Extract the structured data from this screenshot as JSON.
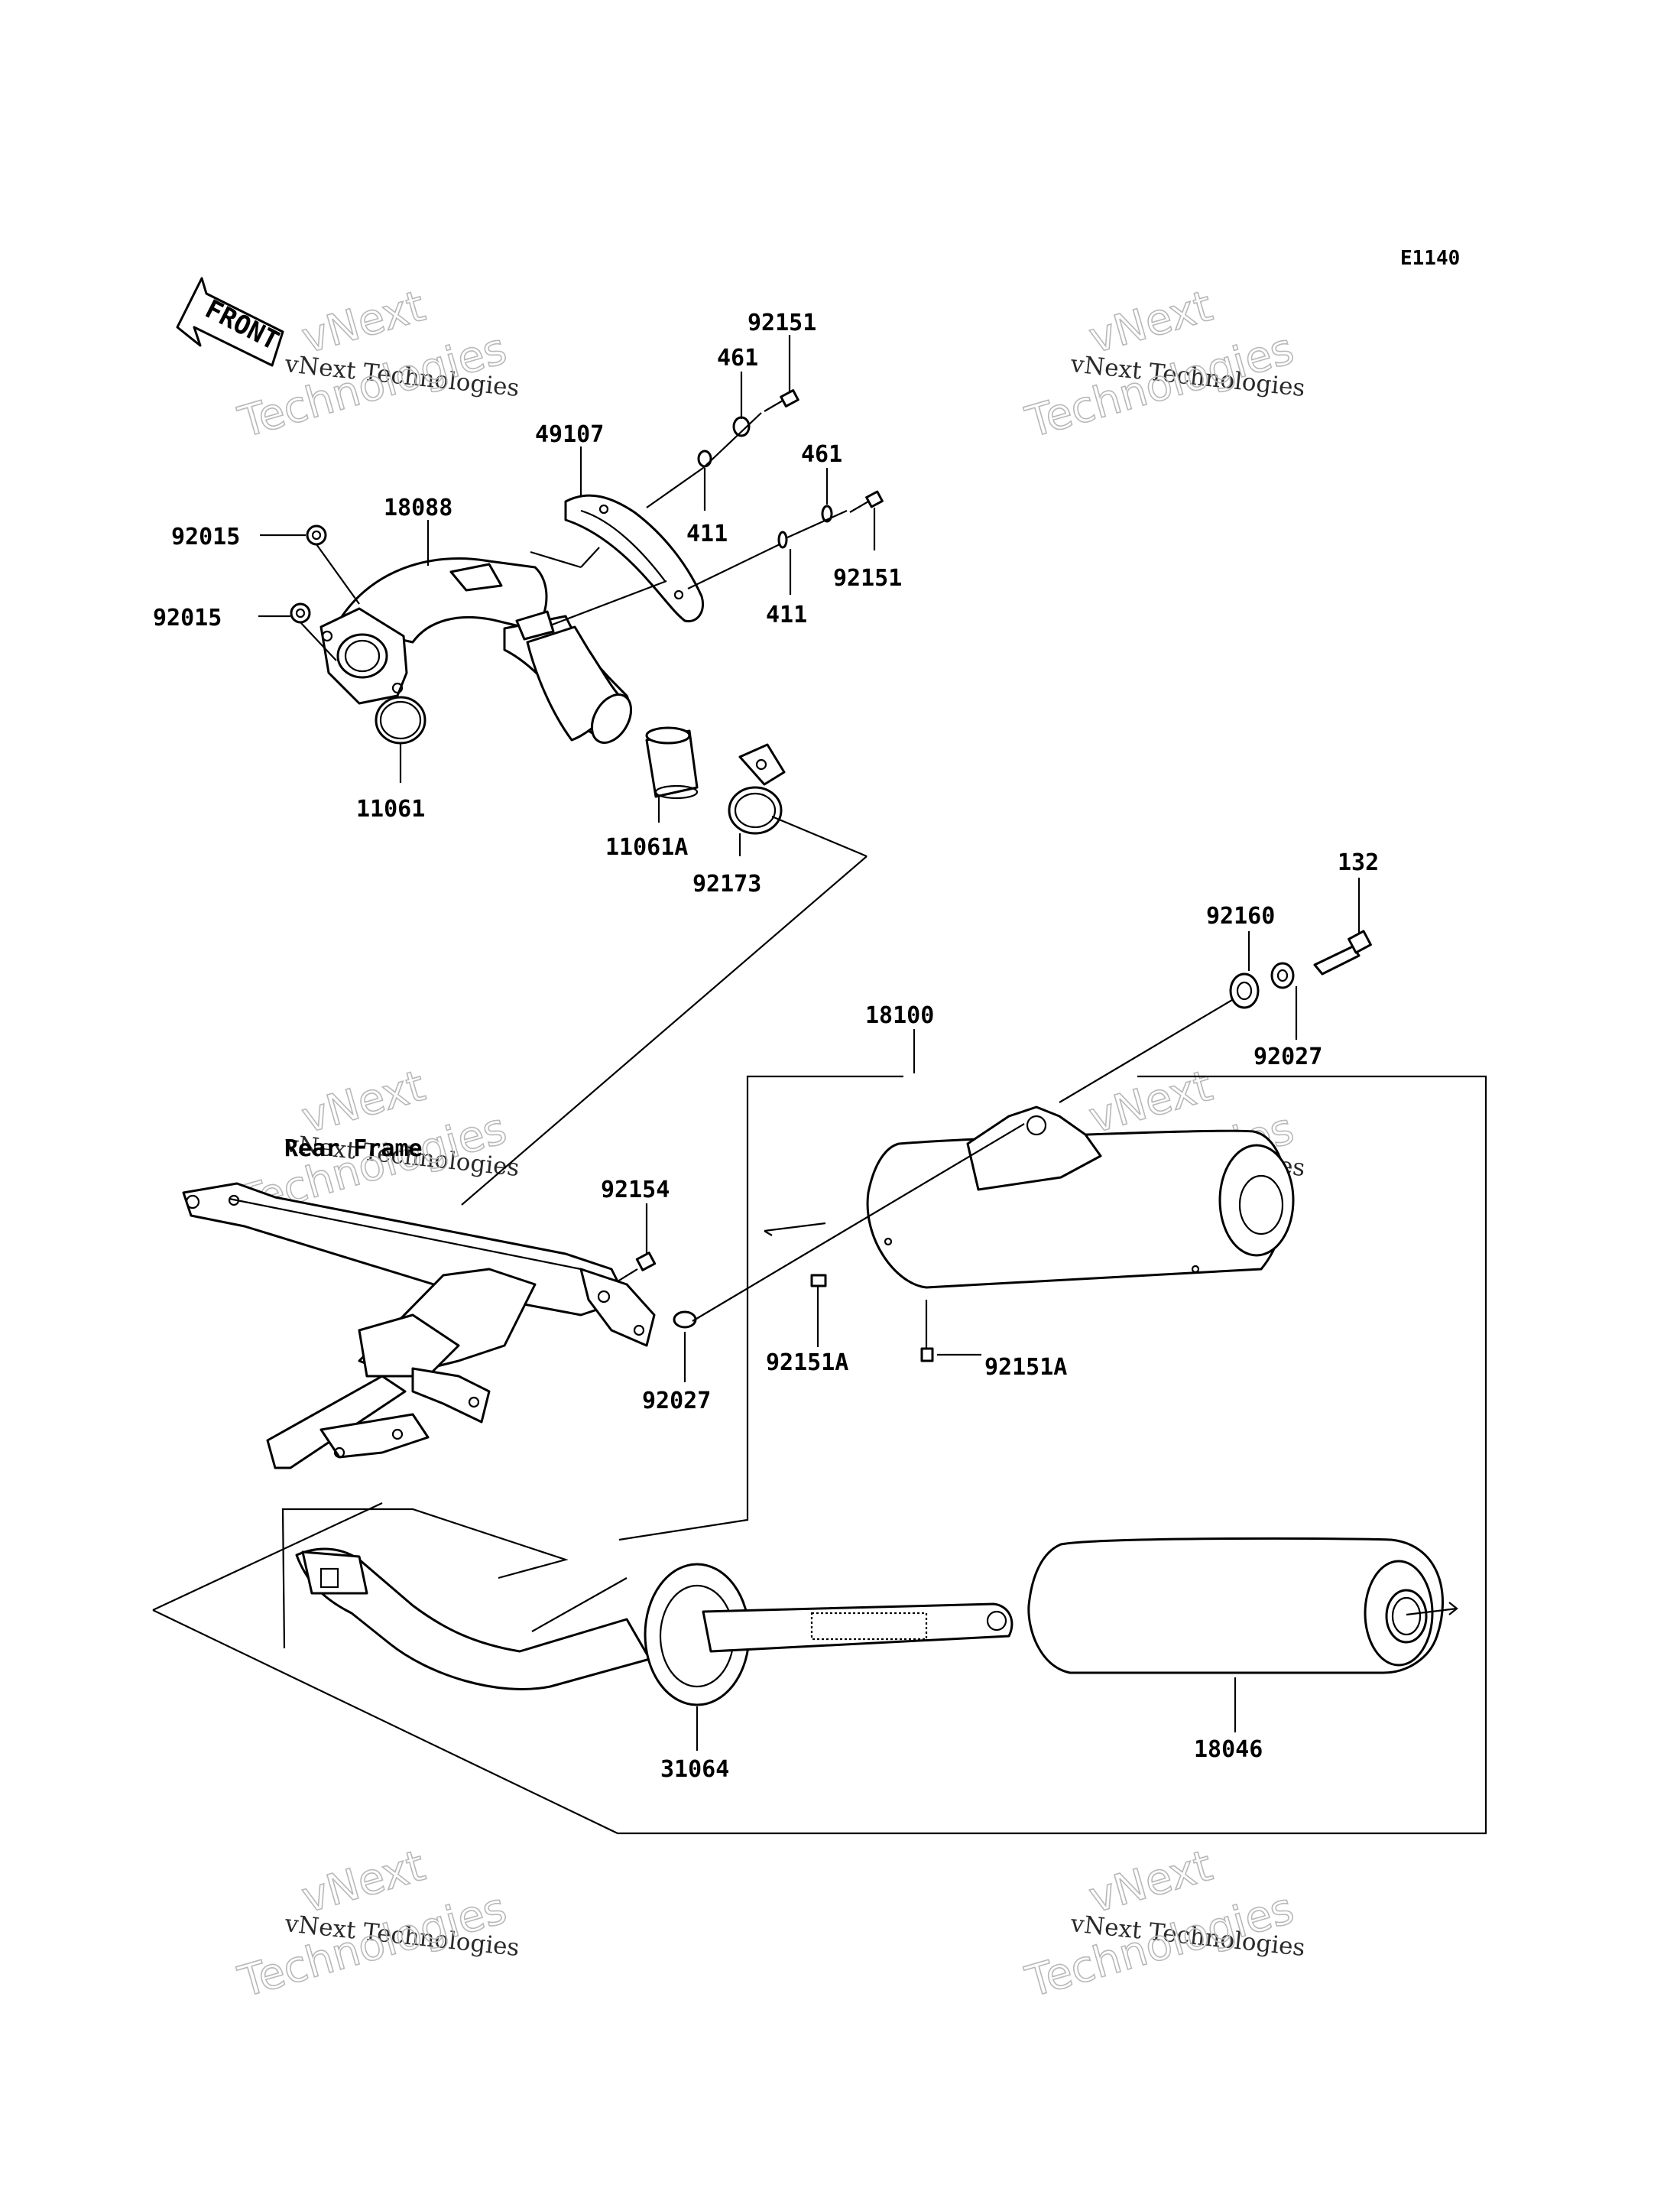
{
  "diagram": {
    "code": "E1140",
    "front_label": "FRONT",
    "frame_label": "Rear Frame",
    "watermark_line1": "vNext Technologies",
    "watermark_line2": "vNext",
    "watermark_line3": "Technologies"
  },
  "parts": {
    "p92151_top": "92151",
    "p461_top": "461",
    "p49107": "49107",
    "p461_right": "461",
    "p18088": "18088",
    "p92015_a": "92015",
    "p411_a": "411",
    "p92151_mid": "92151",
    "p92015_b": "92015",
    "p411_b": "411",
    "p11061": "11061",
    "p11061A": "11061A",
    "p92173": "92173",
    "p132": "132",
    "p92160": "92160",
    "p18100": "18100",
    "p92027_right": "92027",
    "p92154": "92154",
    "p92151A_a": "92151A",
    "p92151A_b": "92151A",
    "p92027_left": "92027",
    "p31064": "31064",
    "p18046": "18046"
  }
}
